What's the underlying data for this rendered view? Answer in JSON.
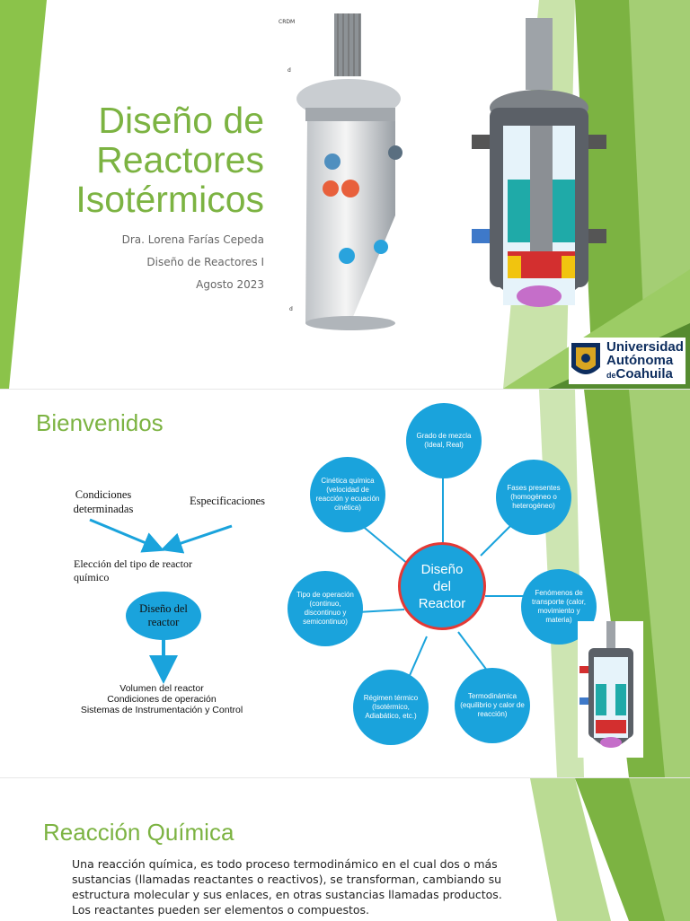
{
  "slide1": {
    "title_lines": [
      "Diseño de",
      "Reactores",
      "Isotérmicos"
    ],
    "author": "Dra. Lorena Farías Cepeda",
    "course": "Diseño de Reactores I",
    "date": "Agosto 2023",
    "diagram_labels": {
      "crdm": "CRDM",
      "a": "d",
      "b": "d"
    },
    "logo": {
      "line1": "Universidad",
      "line2": "Autónoma",
      "line3_prefix": "de",
      "line3": "Coahuila"
    }
  },
  "slide2": {
    "title": "Bienvenidos",
    "flow": {
      "left_label": "Condiciones determinadas",
      "right_label": "Especificaciones",
      "choice": "Elección del tipo de reactor químico",
      "center": "Diseño del reactor",
      "outputs": [
        "Volumen del reactor",
        "Condiciones de operación",
        "Sistemas de Instrumentación y Control"
      ]
    },
    "mindmap": {
      "center": "Diseño del Reactor",
      "nodes": [
        "Grado de mezcla (Ideal, Real)",
        "Fases presentes (homogéneo o heterogéneo)",
        "Fenómenos de transporte (calor, movimiento y materia)",
        "Termodinámica (equilibrio y calor de reacción)",
        "Régimen térmico (Isotérmico, Adiabático, etc.)",
        "Tipo de operación (continuo, discontinuo y semicontinuo)",
        "Cinética química (velocidad de reacción y ecuación cinética)"
      ]
    }
  },
  "slide3": {
    "title": "Reacción Química",
    "paragraph": "Una reacción química, es todo proceso termodinámico en el cual dos o más sustancias (llamadas reactantes o reactivos), se transforman, cambiando su estructura molecular y sus enlaces, en otras sustancias llamadas productos. Los reactantes pueden ser elementos o compuestos."
  },
  "colors": {
    "green": "#7cb342",
    "blue": "#1aa3dc",
    "red": "#e53935"
  }
}
